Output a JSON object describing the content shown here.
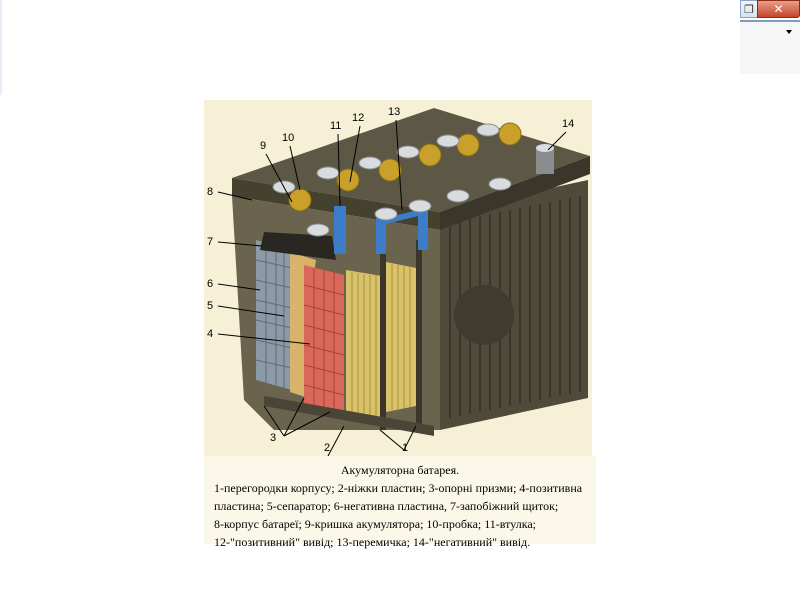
{
  "window": {
    "restore_glyph": "❐",
    "close_glyph": "✕"
  },
  "figure": {
    "title": "Акумуляторна батарея.",
    "legend_lines": [
      "1-перегородки корпусу; 2-ніжки пластин; 3-опорні призми; 4-позитивна",
      "пластина; 5-сепаратор; 6-негативна пластина, 7-запобіжний щиток;",
      "8-корпус батареї; 9-кришка акумулятора; 10-пробка; 11-втулка;",
      "12-\"позитивний\" вивід; 13-перемичка; 14-\"негативний\" вивід."
    ],
    "callouts": [
      "1",
      "2",
      "3",
      "4",
      "5",
      "6",
      "7",
      "8",
      "9",
      "10",
      "11",
      "12",
      "13",
      "14"
    ],
    "colors": {
      "case": "#4f4a3a",
      "case_dark": "#2e2b22",
      "lid": "#5d5845",
      "positive_plate": "#d9685a",
      "negative_plate": "#8c9aa8",
      "separator": "#d8b46a",
      "plates_gold": "#d9c36a",
      "terminal_blue": "#3d7cc9",
      "cap_gold": "#c9a12a",
      "cap_silver": "#d9dcdf"
    }
  }
}
